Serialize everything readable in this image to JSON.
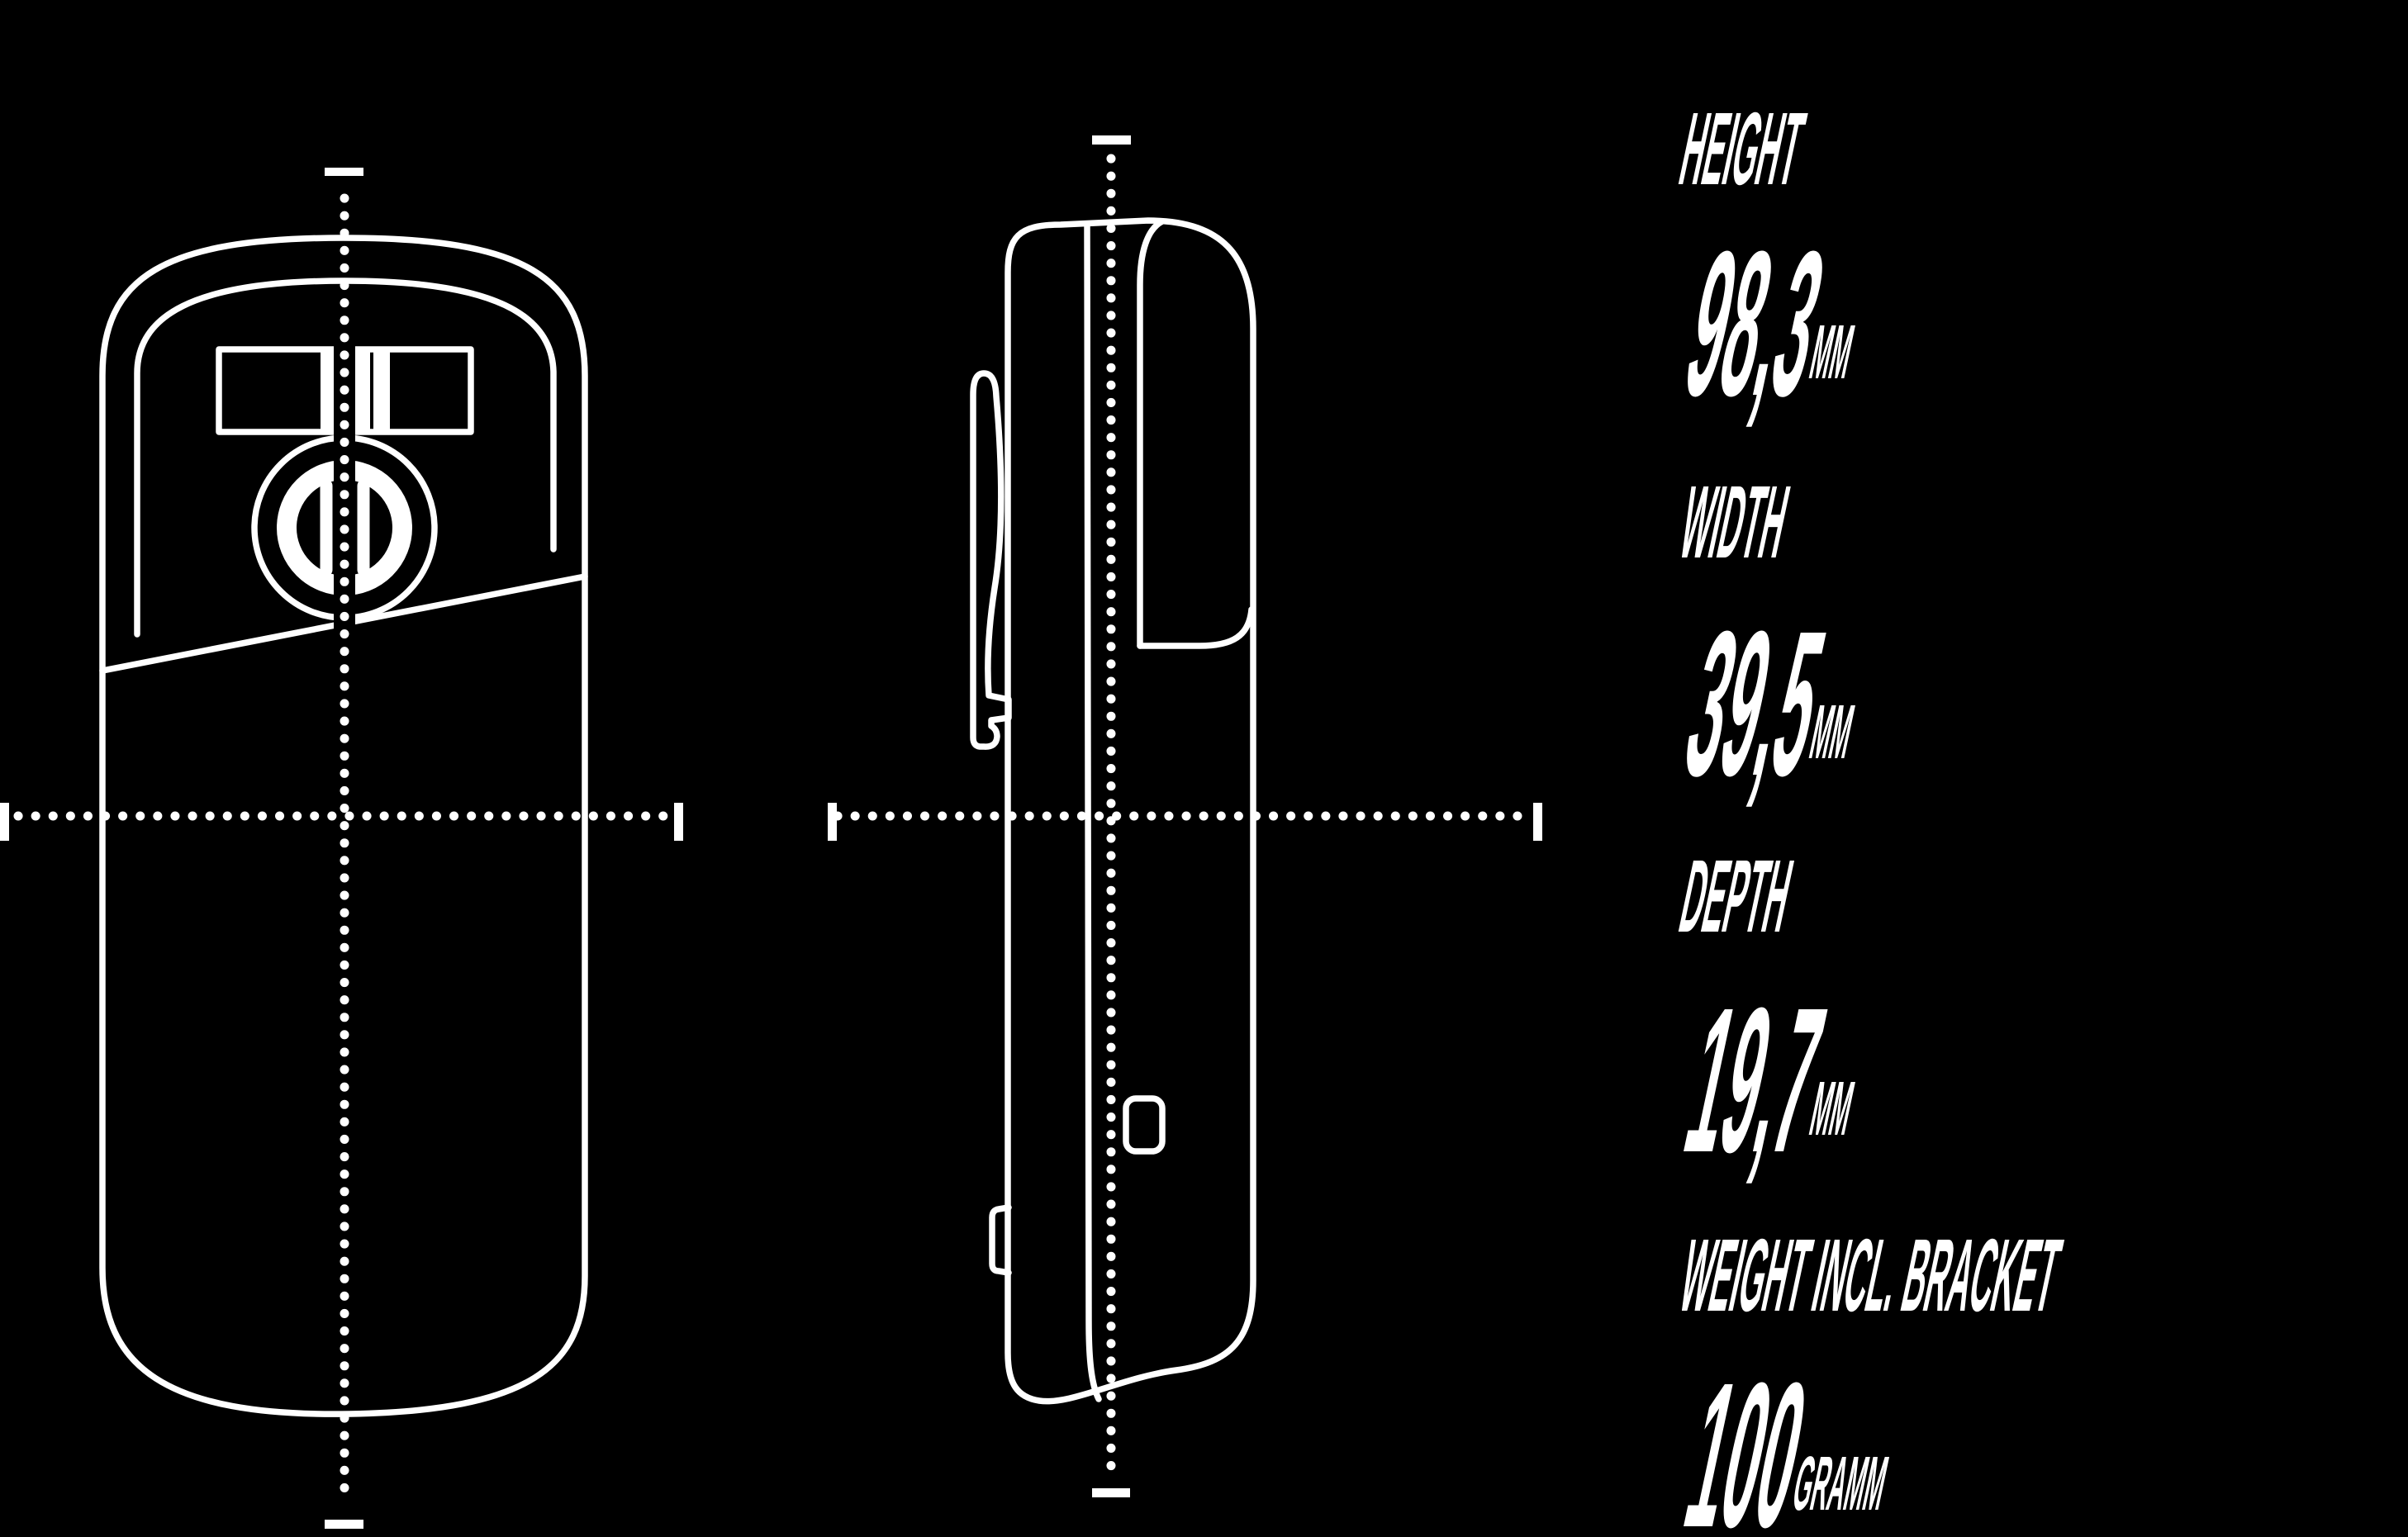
{
  "colors": {
    "background": "#000000",
    "line": "#ffffff",
    "text": "#ffffff"
  },
  "specs": {
    "items": [
      {
        "label": "HEIGHT",
        "value": "98,3",
        "unit": "MM"
      },
      {
        "label": "WIDTH",
        "value": "39,5",
        "unit": "MM"
      },
      {
        "label": "DEPTH",
        "value": "19,7",
        "unit": "MM"
      },
      {
        "label": "WEIGHT INCL. BRACKET",
        "value": "100",
        "unit": "GRAMM"
      }
    ]
  }
}
